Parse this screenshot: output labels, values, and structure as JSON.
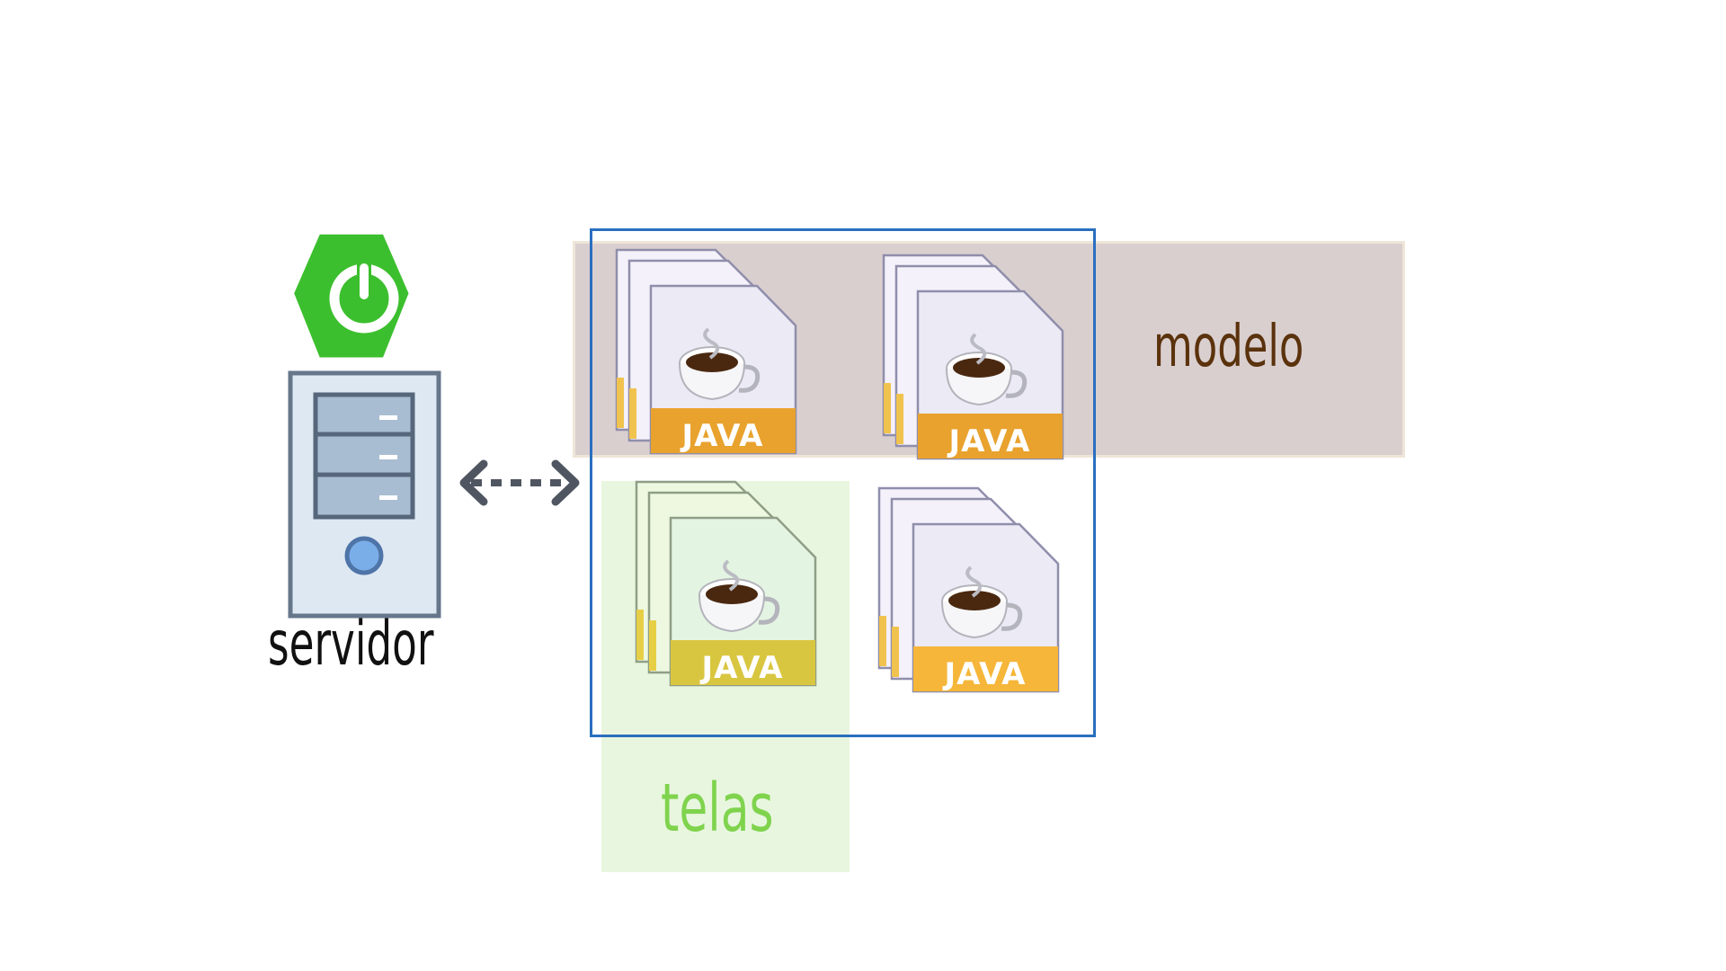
{
  "diagram": {
    "labels": {
      "modelo": "modelo",
      "telas": "telas",
      "servidor": "servidor"
    },
    "files": [
      {
        "label": "JAVA",
        "group": "modelo"
      },
      {
        "label": "JAVA",
        "group": "modelo"
      },
      {
        "label": "JAVA",
        "group": "telas"
      },
      {
        "label": "JAVA",
        "group": "none"
      }
    ],
    "icons": [
      "spring-boot-icon",
      "server-icon",
      "bidirectional-arrow-icon",
      "java-file-icon"
    ],
    "colors": {
      "modelo_band": "#dacfcf",
      "telas_band": "#e8f6df",
      "frame": "#2a6fbf",
      "modelo_text": "#5a320c",
      "telas_text": "#7fd34d",
      "spring_green": "#3cbf2e"
    }
  }
}
